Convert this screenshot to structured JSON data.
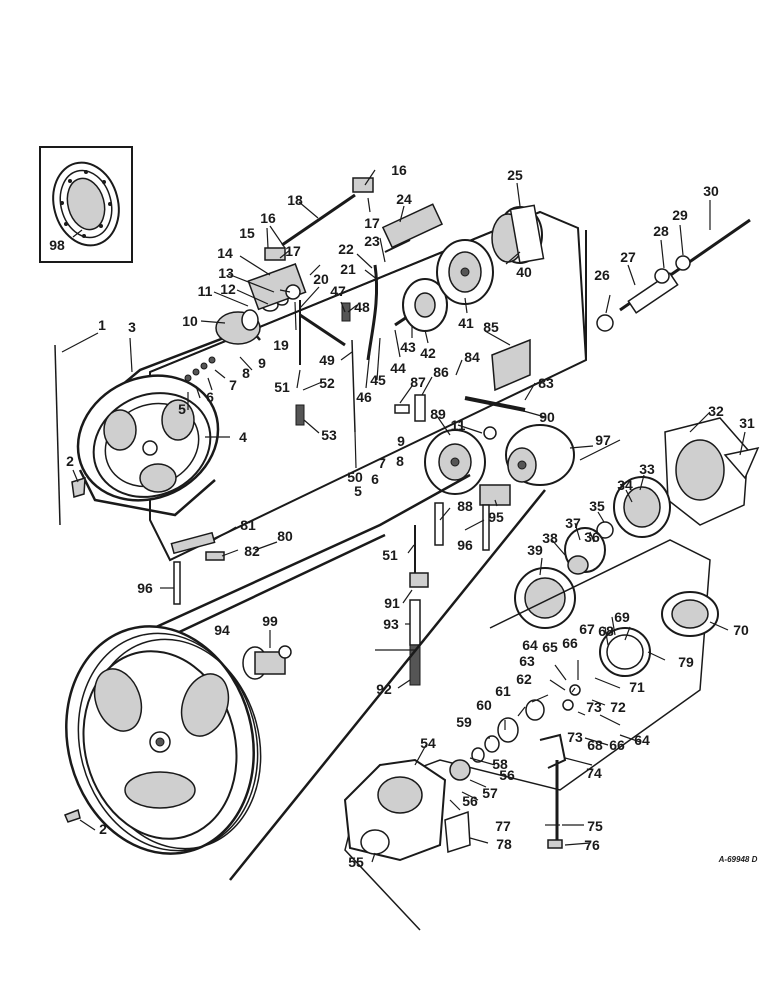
{
  "drawing_code": "A-69948 D",
  "callouts": [
    "1",
    "2",
    "3",
    "4",
    "5",
    "6",
    "7",
    "8",
    "9",
    "10",
    "11",
    "12",
    "13",
    "14",
    "15",
    "16",
    "17",
    "18",
    "19",
    "20",
    "21",
    "22",
    "23",
    "24",
    "25",
    "26",
    "27",
    "28",
    "29",
    "30",
    "31",
    "32",
    "33",
    "34",
    "35",
    "36",
    "37",
    "38",
    "39",
    "40",
    "41",
    "42",
    "43",
    "44",
    "45",
    "46",
    "47",
    "48",
    "49",
    "50",
    "51",
    "52",
    "53",
    "54",
    "55",
    "56",
    "57",
    "58",
    "59",
    "60",
    "61",
    "62",
    "63",
    "64",
    "65",
    "66",
    "67",
    "68",
    "69",
    "70",
    "71",
    "72",
    "73",
    "74",
    "75",
    "76",
    "77",
    "78",
    "79",
    "80",
    "81",
    "82",
    "83",
    "84",
    "85",
    "86",
    "87",
    "88",
    "89",
    "90",
    "91",
    "92",
    "93",
    "94",
    "95",
    "96",
    "97",
    "98",
    "99"
  ]
}
